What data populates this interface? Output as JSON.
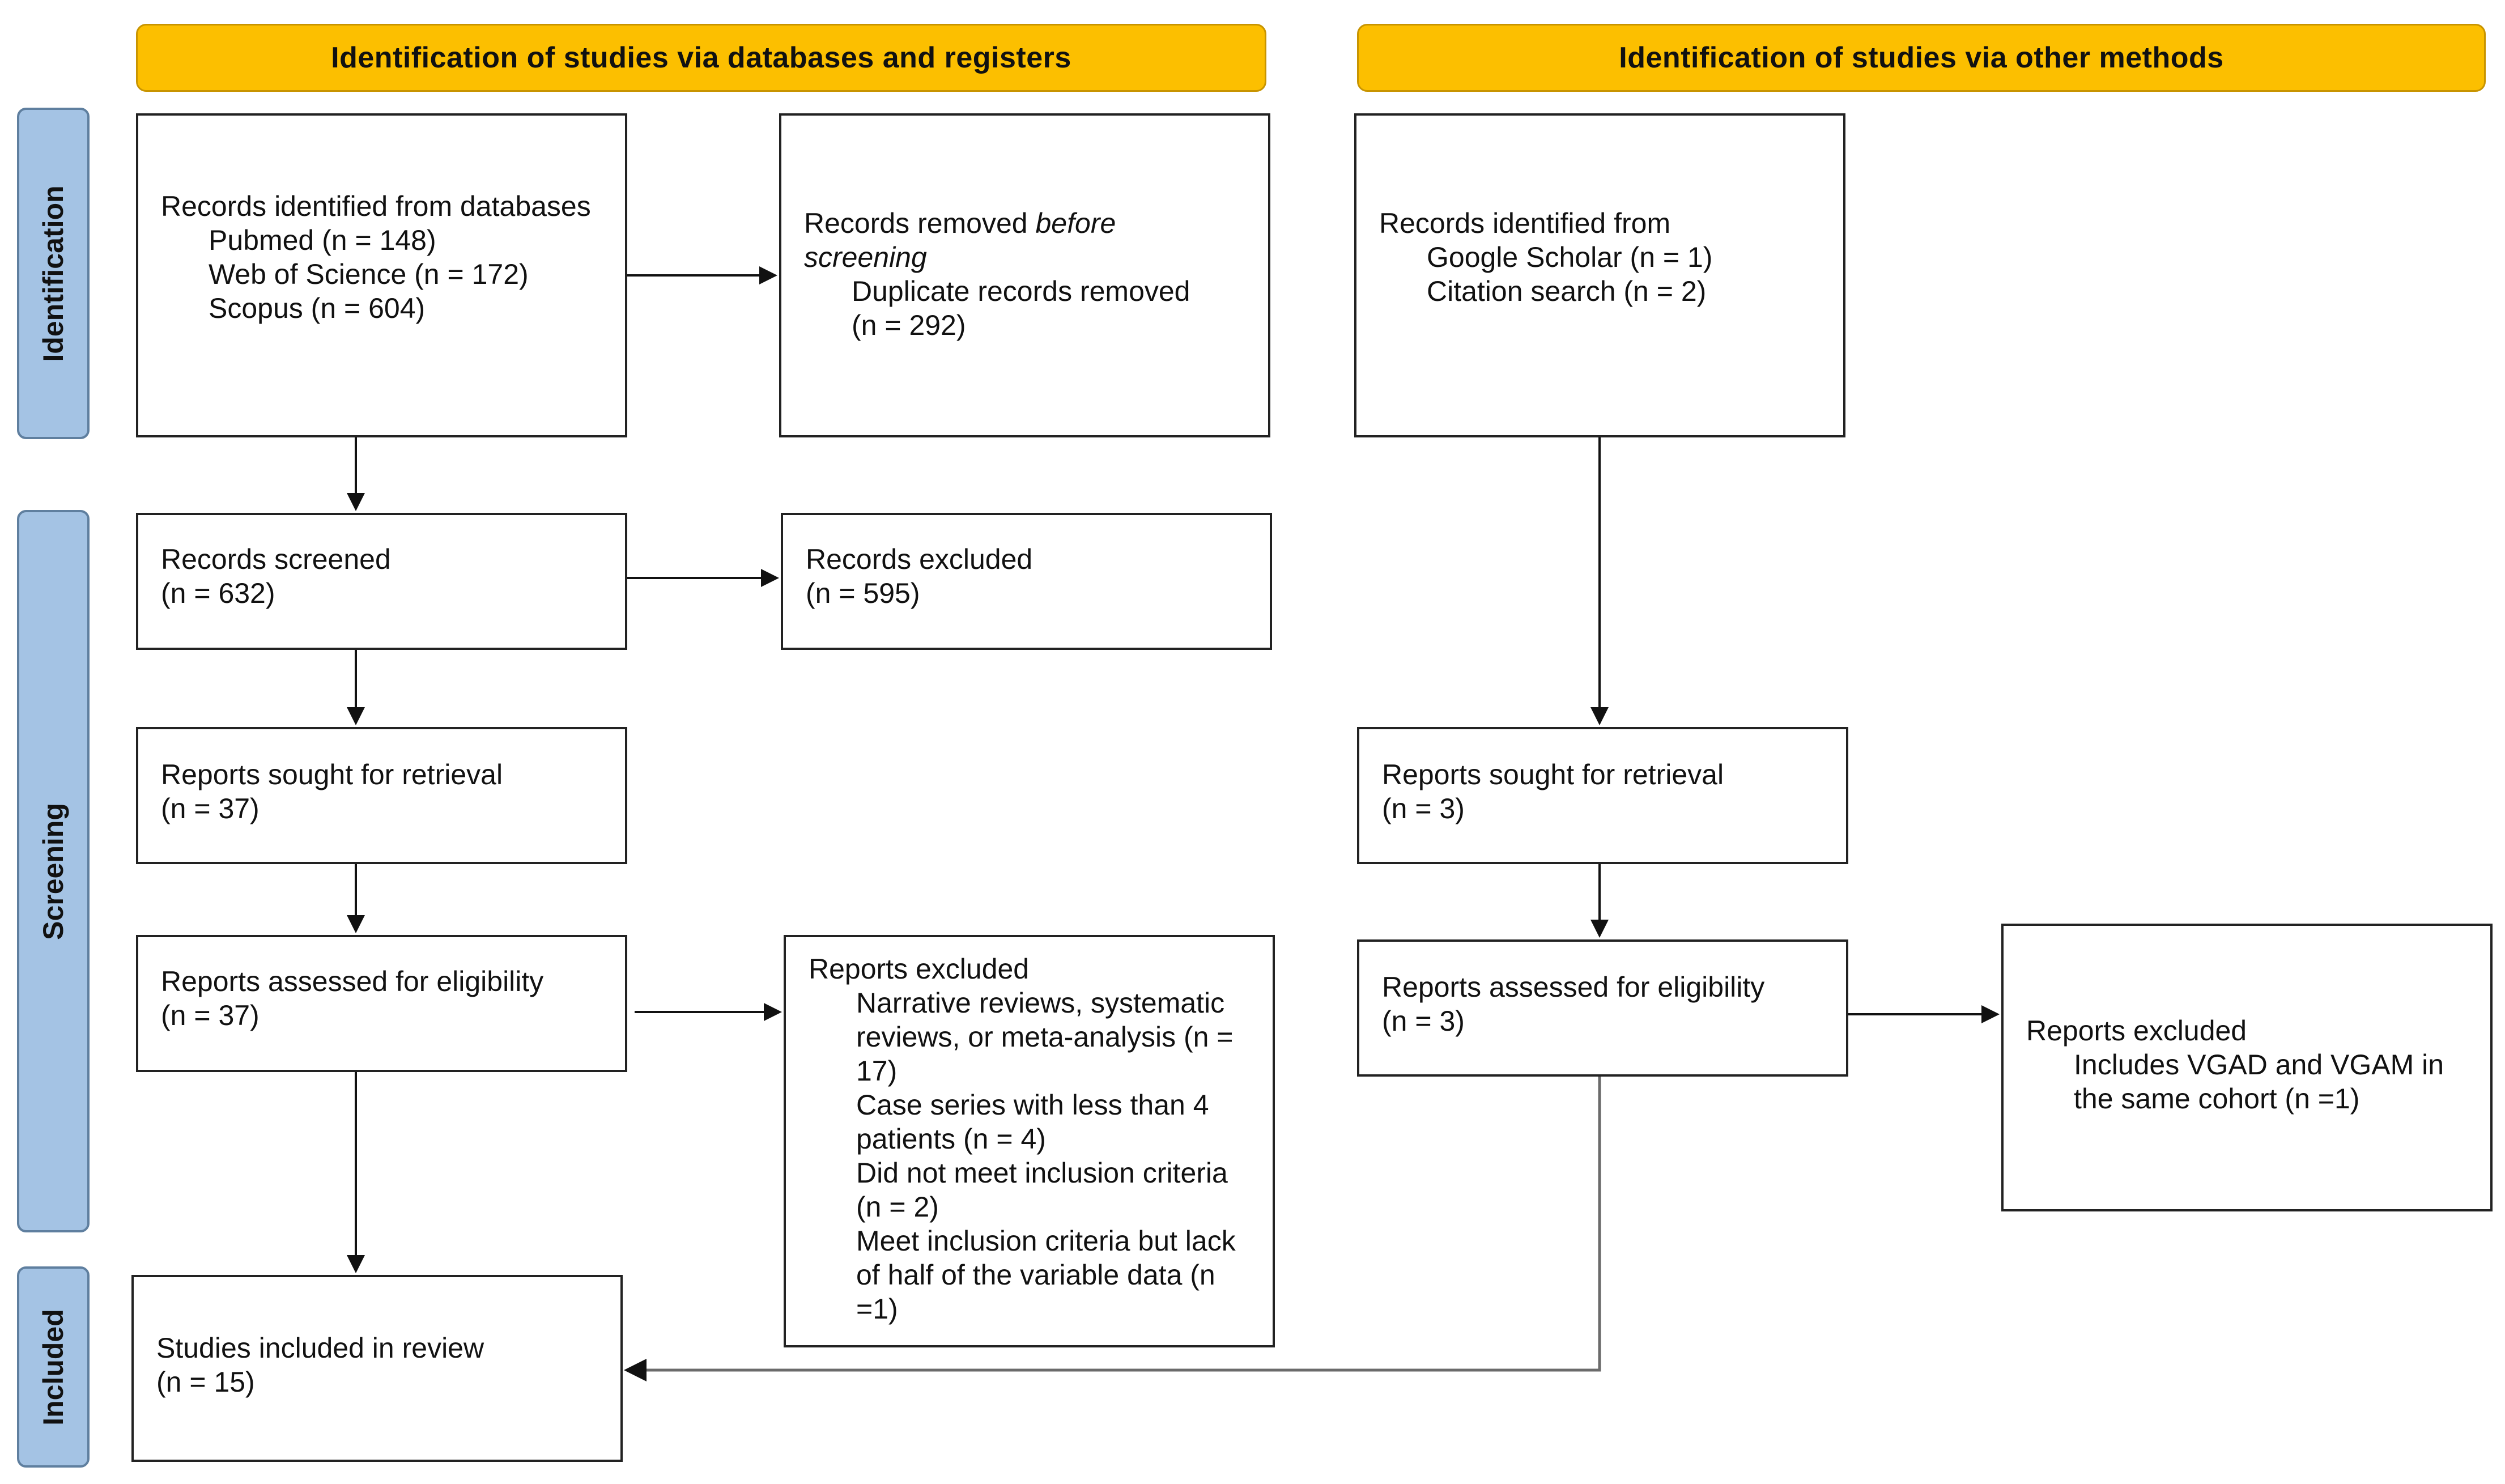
{
  "headers": {
    "databases": "Identification of studies via databases and registers",
    "other": "Identification of studies via other methods"
  },
  "phases": {
    "identification": "Identification",
    "screening": "Screening",
    "included": "Included"
  },
  "db": {
    "identified": {
      "title": "Records identified from databases",
      "pubmed": "Pubmed (n = 148)",
      "wos": "Web of Science (n = 172)",
      "scopus": "Scopus (n = 604)"
    },
    "removed": {
      "title_pre": "Records removed ",
      "title_italic": "before screening",
      "line1": "Duplicate records removed",
      "line2": "(n = 292)"
    },
    "screened": {
      "title": "Records screened",
      "n": "(n = 632)"
    },
    "excluded": {
      "title": "Records excluded",
      "n": "(n = 595)"
    },
    "sought": {
      "title": "Reports sought for retrieval",
      "n": "(n = 37)"
    },
    "assessed": {
      "title": "Reports assessed for eligibility",
      "n": "(n = 37)"
    },
    "reports_excluded": {
      "title": "Reports excluded",
      "r1": "Narrative reviews, systematic reviews, or meta-analysis (n = 17)",
      "r2": "Case series with less than 4 patients (n = 4)",
      "r3": "Did not meet inclusion criteria (n = 2)",
      "r4": "Meet inclusion criteria but lack of half of the variable data (n =1)"
    },
    "included": {
      "title": "Studies included in review",
      "n": "(n = 15)"
    }
  },
  "other": {
    "identified": {
      "title": "Records identified from",
      "scholar": "Google Scholar (n = 1)",
      "citation": "Citation search (n = 2)"
    },
    "sought": {
      "title": "Reports sought for retrieval",
      "n": "(n = 3)"
    },
    "assessed": {
      "title": "Reports assessed for eligibility",
      "n": "(n = 3)"
    },
    "excluded": {
      "title": "Reports excluded",
      "r1": "Includes VGAD and VGAM in the same cohort (n =1)"
    }
  },
  "colors": {
    "header_fill": "#fcbf00",
    "phase_fill": "#a4c3e4",
    "arrow": "#111111",
    "arrow_gray": "#6b6b6b"
  }
}
